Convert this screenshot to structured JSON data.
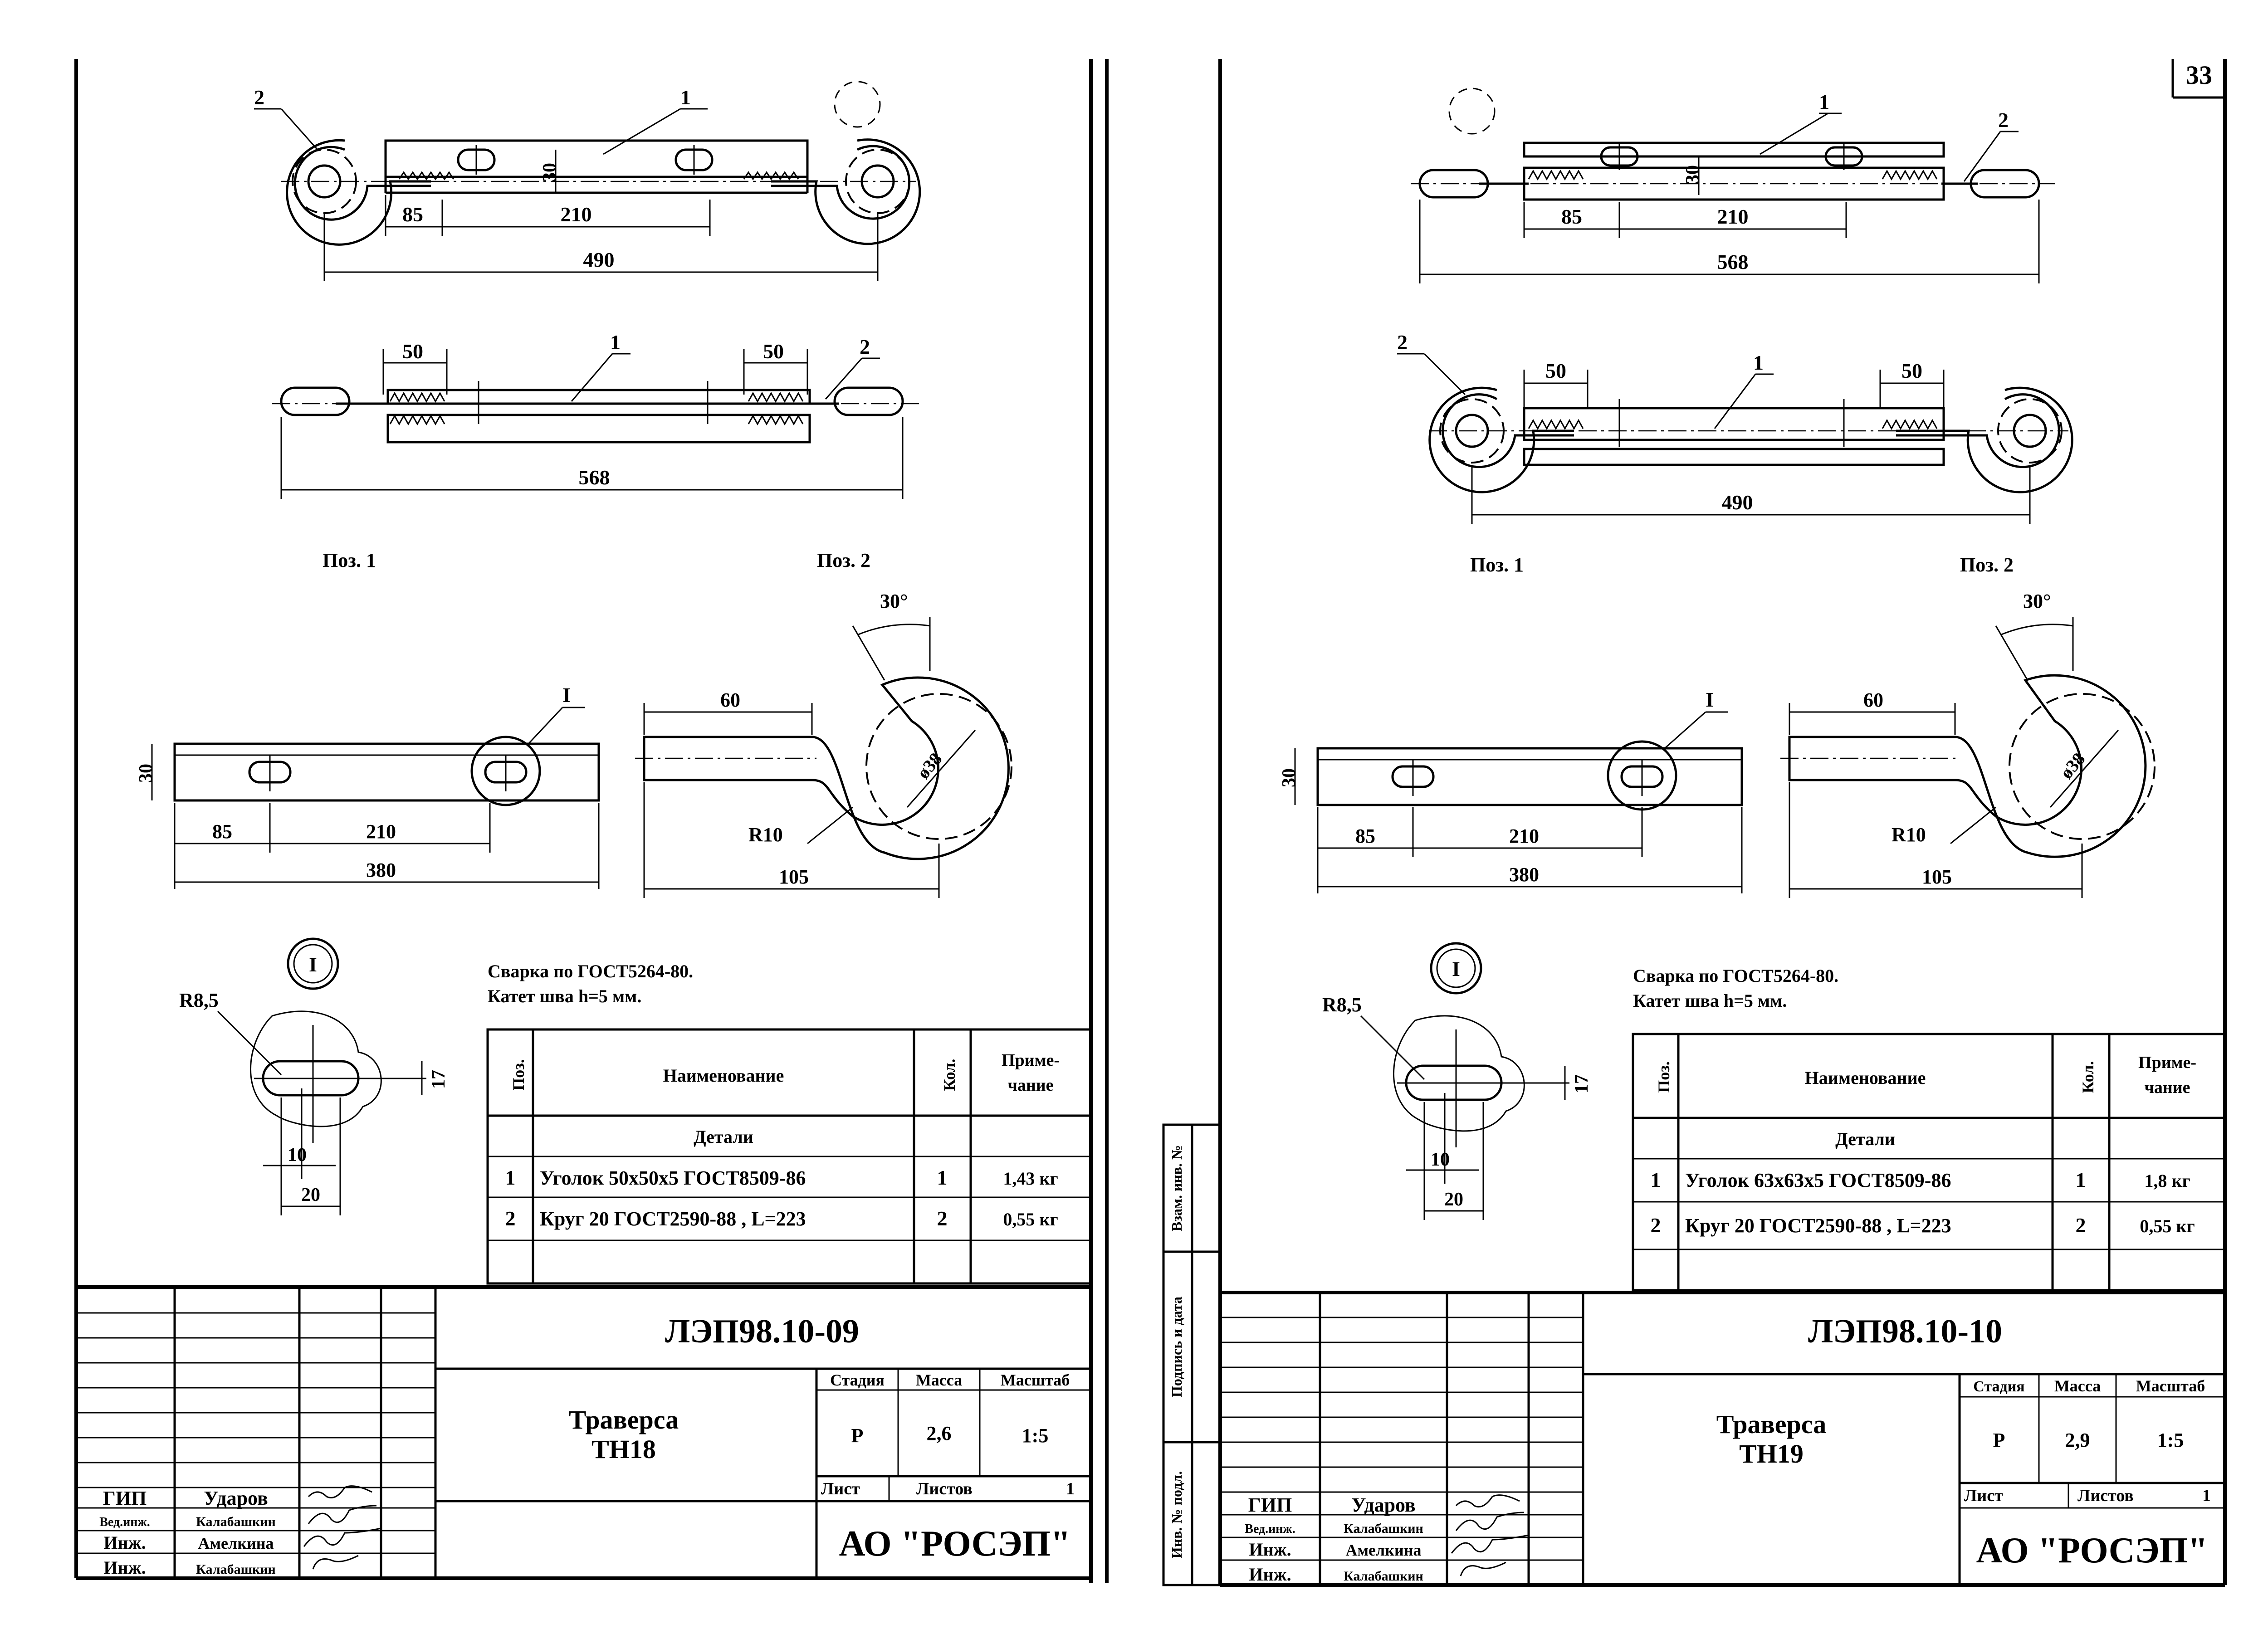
{
  "page_number": "33",
  "left": {
    "doc_code": "ЛЭП98.10-09",
    "title_line1": "Траверса",
    "title_line2": "ТН18",
    "stage_header": "Стадия",
    "mass_header": "Масса",
    "scale_header": "Масштаб",
    "stage": "Р",
    "mass": "2,6",
    "scale": "1:5",
    "sheet_label": "Лист",
    "sheets_label": "Листов",
    "sheets_count": "1",
    "org": "АО \"РОСЭП\"",
    "signers": [
      {
        "role": "ГИП",
        "name": "Ударов"
      },
      {
        "role": "Вед.инж.",
        "name": "Калабашкин"
      },
      {
        "role": "Инж.",
        "name": "Амелкина"
      },
      {
        "role": "Инж.",
        "name": "Калабашкин"
      }
    ],
    "weld_note_1": "Сварка по ГОСТ5264-80.",
    "weld_note_2": "Катет шва h=5 мм.",
    "table": {
      "h_pos": "Поз.",
      "h_name": "Наименование",
      "h_qty": "Кол.",
      "h_note_1": "Приме-",
      "h_note_2": "чание",
      "section": "Детали",
      "rows": [
        {
          "pos": "1",
          "name": "Уголок 50х50х5 ГОСТ8509-86",
          "qty": "1",
          "note": "1,43 кг"
        },
        {
          "pos": "2",
          "name": "Круг 20 ГОСТ2590-88 , L=223",
          "qty": "2",
          "note": "0,55 кг"
        }
      ]
    },
    "dims": {
      "top_85": "85",
      "top_210": "210",
      "top_490": "490",
      "top_30": "30",
      "mid_50a": "50",
      "mid_50b": "50",
      "mid_568": "568",
      "p1_85": "85",
      "p1_210": "210",
      "p1_380": "380",
      "p1_30": "30",
      "p2_60": "60",
      "p2_105": "105",
      "p2_r10": "R10",
      "p2_d38": "ø38",
      "p2_30deg": "30°",
      "det_r85": "R8,5",
      "det_17": "17",
      "det_10": "10",
      "det_20": "20"
    },
    "labels": {
      "pos1": "Поз. 1",
      "pos2": "Поз. 2",
      "callout_1": "1",
      "callout_2": "2",
      "callout_1b": "1",
      "callout_2b": "2",
      "detail_I": "I",
      "detail_circle": "I"
    }
  },
  "right": {
    "doc_code": "ЛЭП98.10-10",
    "title_line1": "Траверса",
    "title_line2": "ТН19",
    "stage_header": "Стадия",
    "mass_header": "Масса",
    "scale_header": "Масштаб",
    "stage": "Р",
    "mass": "2,9",
    "scale": "1:5",
    "sheet_label": "Лист",
    "sheets_label": "Листов",
    "sheets_count": "1",
    "org": "АО \"РОСЭП\"",
    "signers": [
      {
        "role": "ГИП",
        "name": "Ударов"
      },
      {
        "role": "Вед.инж.",
        "name": "Калабашкин"
      },
      {
        "role": "Инж.",
        "name": "Амелкина"
      },
      {
        "role": "Инж.",
        "name": "Калабашкин"
      }
    ],
    "side_stamp": [
      "Инв. № подл.",
      "Подпись и дата",
      "Взам. инв. №"
    ],
    "weld_note_1": "Сварка по ГОСТ5264-80.",
    "weld_note_2": "Катет шва h=5 мм.",
    "table": {
      "h_pos": "Поз.",
      "h_name": "Наименование",
      "h_qty": "Кол.",
      "h_note_1": "Приме-",
      "h_note_2": "чание",
      "section": "Детали",
      "rows": [
        {
          "pos": "1",
          "name": "Уголок 63х63х5 ГОСТ8509-86",
          "qty": "1",
          "note": "1,8 кг"
        },
        {
          "pos": "2",
          "name": "Круг 20 ГОСТ2590-88 , L=223",
          "qty": "2",
          "note": "0,55 кг"
        }
      ]
    },
    "dims": {
      "top_85": "85",
      "top_210": "210",
      "top_568": "568",
      "top_30": "30",
      "mid_50a": "50",
      "mid_50b": "50",
      "mid_490": "490",
      "p1_85": "85",
      "p1_210": "210",
      "p1_380": "380",
      "p1_30": "30",
      "p2_60": "60",
      "p2_105": "105",
      "p2_r10": "R10",
      "p2_d38": "ø38",
      "p2_30deg": "30°",
      "det_r85": "R8,5",
      "det_17": "17",
      "det_10": "10",
      "det_20": "20"
    },
    "labels": {
      "pos1": "Поз. 1",
      "pos2": "Поз. 2",
      "callout_1": "1",
      "callout_2": "2",
      "callout_1b": "1",
      "callout_2b": "2",
      "detail_I": "I",
      "detail_circle": "I"
    }
  }
}
